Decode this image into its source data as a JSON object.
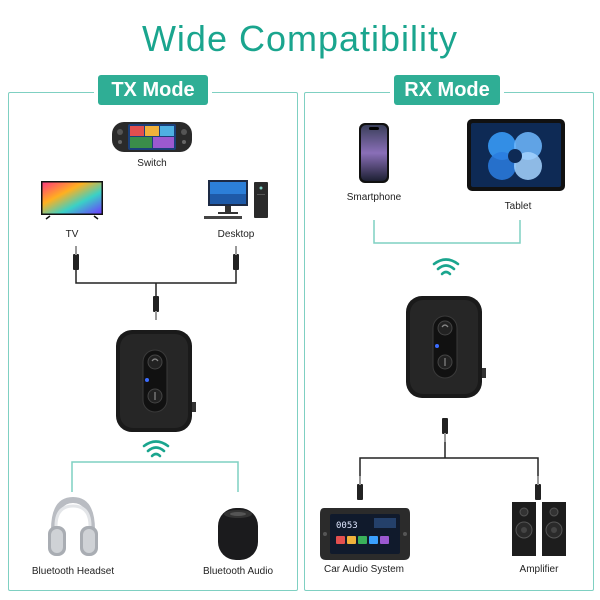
{
  "title": "Wide Compatibility",
  "tx": {
    "mode_label": "TX Mode",
    "devices": {
      "switch": "Switch",
      "tv": "TV",
      "desktop": "Desktop",
      "headset": "Bluetooth Headset",
      "audio": "Bluetooth Audio"
    }
  },
  "rx": {
    "mode_label": "RX Mode",
    "devices": {
      "smartphone": "Smartphone",
      "tablet": "Tablet",
      "car": "Car Audio System",
      "amplifier": "Amplifier"
    },
    "car_display_text": "0053"
  },
  "colors": {
    "accent": "#2fae95",
    "title": "#1aa58e",
    "panel_border": "#7fd0c2"
  }
}
